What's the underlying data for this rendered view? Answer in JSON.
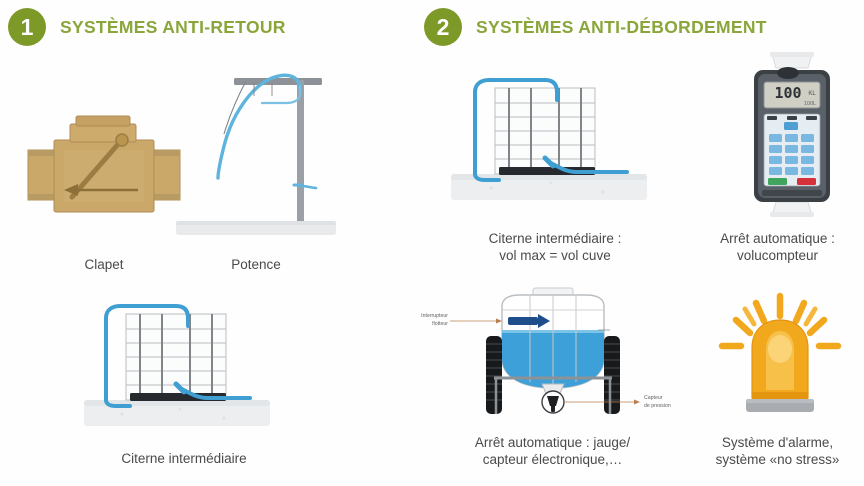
{
  "sections": [
    {
      "number": "1",
      "title": "SYSTÈMES ANTI-RETOUR",
      "items": [
        {
          "caption": "Clapet",
          "icon": "check-valve-icon"
        },
        {
          "caption": "Potence",
          "icon": "gantry-arm-icon"
        },
        {
          "caption": "Citerne intermédiaire",
          "icon": "intermediate-tank-icon"
        }
      ]
    },
    {
      "number": "2",
      "title": "SYSTÈMES ANTI-DÉBORDEMENT",
      "items": [
        {
          "caption": "Citerne intermédiaire :\nvol max = vol cuve",
          "icon": "intermediate-tank-icon"
        },
        {
          "caption": "Arrêt automatique :\nvolucompteur",
          "icon": "flow-meter-icon"
        },
        {
          "caption": "Arrêt automatique : jauge/\ncapteur électronique,…",
          "icon": "tanker-gauge-icon"
        },
        {
          "caption": "Système d'alarme,\nsystème «no stress»",
          "icon": "alarm-beacon-icon"
        }
      ]
    }
  ],
  "flow_meter": {
    "display_value": "100",
    "display_unit": "KL",
    "display_sub": "100L"
  },
  "tanker_labels": {
    "left": "Interrupteur\nflotteur",
    "right": "Capteur\nde pression"
  },
  "colors": {
    "green": "#7d9a29",
    "title_green": "#8aa63a",
    "pipe_blue": "#4aa8d8",
    "water_blue": "#3ea0d8",
    "brass": "#c9a86a",
    "beacon_orange": "#f2a81d",
    "caption_gray": "#4a4a4a"
  }
}
